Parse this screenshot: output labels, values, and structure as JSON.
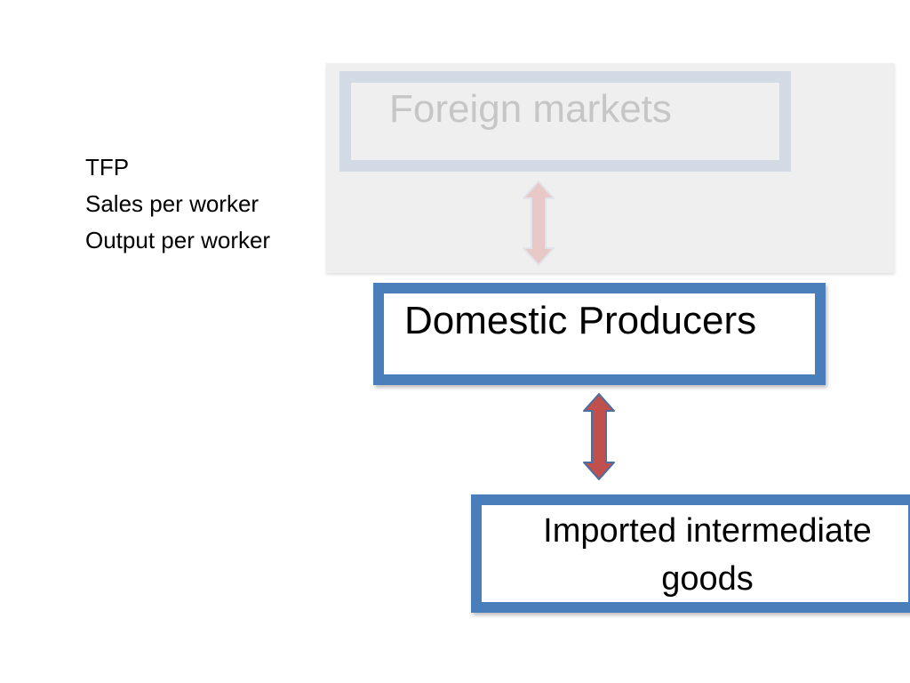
{
  "diagram": {
    "metrics": [
      "TFP",
      "Sales per worker",
      "Output per worker"
    ],
    "nodes": {
      "foreign_markets": "Foreign markets",
      "domestic_producers": "Domestic Producers",
      "imported_goods_line1": "Imported intermediate",
      "imported_goods_line2": "goods"
    },
    "colors": {
      "box_border": "#4a7ebb",
      "faded_box_border": "#d2dbe5",
      "faded_panel": "#efefef",
      "arrow_fill": "#c0504d",
      "faded_arrow_fill": "#e9c9c8"
    }
  }
}
